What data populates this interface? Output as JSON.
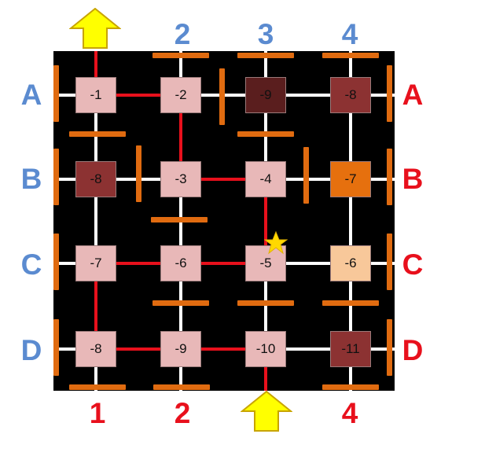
{
  "labels": {
    "top_cols": [
      "2",
      "3",
      "4"
    ],
    "bottom_cols": [
      "1",
      "2",
      "4"
    ],
    "left_rows": [
      "A",
      "B",
      "C",
      "D"
    ],
    "right_rows": [
      "A",
      "B",
      "C",
      "D"
    ]
  },
  "colors": {
    "blue_label": "#5b8bd0",
    "red_label": "#e8101c",
    "path": "#e8101c",
    "wall": "#e06b10",
    "arrow": "#ffff00",
    "star": "#ffd800"
  },
  "grid": {
    "rows": [
      "A",
      "B",
      "C",
      "D"
    ],
    "cols": [
      "1",
      "2",
      "3",
      "4"
    ],
    "cells": [
      [
        {
          "value": "-1",
          "color": "#e8b8b8"
        },
        {
          "value": "-2",
          "color": "#e8b8b8"
        },
        {
          "value": "-9",
          "color": "#5a1e1e"
        },
        {
          "value": "-8",
          "color": "#8c3232"
        }
      ],
      [
        {
          "value": "-8",
          "color": "#8c3232"
        },
        {
          "value": "-3",
          "color": "#e8b8b8"
        },
        {
          "value": "-4",
          "color": "#e8b8b8"
        },
        {
          "value": "-7",
          "color": "#e6700e"
        }
      ],
      [
        {
          "value": "-7",
          "color": "#e8b8b8"
        },
        {
          "value": "-6",
          "color": "#e8b8b8"
        },
        {
          "value": "-5",
          "color": "#e8b8b8"
        },
        {
          "value": "-6",
          "color": "#f8c89a"
        }
      ],
      [
        {
          "value": "-8",
          "color": "#e8b8b8"
        },
        {
          "value": "-9",
          "color": "#e8b8b8"
        },
        {
          "value": "-10",
          "color": "#e8b8b8"
        },
        {
          "value": "-11",
          "color": "#8c3232"
        }
      ]
    ]
  }
}
